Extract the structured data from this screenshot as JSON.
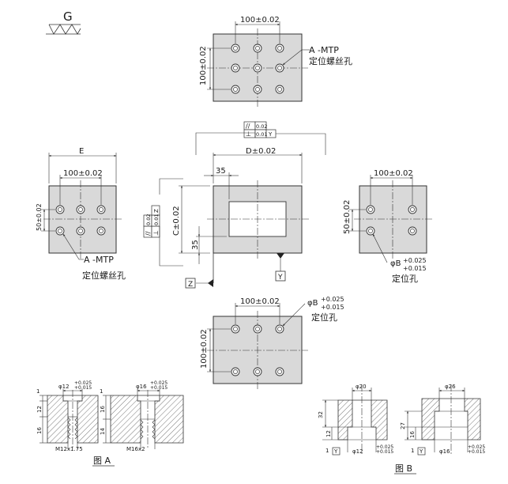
{
  "roughness": {
    "symbol": "G"
  },
  "top_plate": {
    "dim_h": "100±0.02",
    "dim_v": "100±0.02",
    "callout_a": "A -MTP",
    "callout_b": "定位螺丝孔"
  },
  "frame": {
    "fcf_parallel": "//",
    "fcf_parallel_val": "0.02",
    "fcf_perp": "⊥",
    "fcf_perp_val": "0.01",
    "fcf_perp_ref": "Y",
    "dim_d": "D±0.02",
    "dim_35_top": "35",
    "dim_35_left": "35",
    "dim_c": "C±0.02",
    "left_fcf_parallel": "//",
    "left_fcf_parallel_val": "0.02",
    "left_fcf_perp": "⊥",
    "left_fcf_perp_val": "0.01",
    "left_fcf_perp_ref": "Z",
    "datum_z": "Z",
    "datum_y": "Y"
  },
  "left_plate": {
    "dim_e": "E",
    "dim_h": "100±0.02",
    "dim_v": "50±0.02",
    "callout_a": "A -MTP",
    "callout_b": "定位螺丝孔"
  },
  "right_plate": {
    "dim_h": "100±0.02",
    "dim_v": "50±0.02",
    "callout_a": "φB",
    "tol_upper": "+0.025",
    "tol_lower": "+0.015",
    "callout_b": "定位孔"
  },
  "bottom_plate": {
    "dim_h": "100±0.02",
    "dim_v": "100±0.02",
    "callout_a": "φB",
    "tol_upper": "+0.025",
    "tol_lower": "+0.015",
    "callout_b": "定位孔"
  },
  "figure_a": {
    "label": "图 A",
    "left": {
      "dim_1": "1",
      "dim_12": "12",
      "dim_16": "16",
      "dia": "φ12",
      "tol_upper": "+0.025",
      "tol_lower": "+0.015",
      "thread": "M12x1.75"
    },
    "right": {
      "dim_1": "1",
      "dim_16": "16",
      "dim_14": "14",
      "dia": "φ16",
      "tol_upper": "+0.025",
      "tol_lower": "+0.015",
      "thread": "M16x2"
    }
  },
  "figure_b": {
    "label": "图 B",
    "left": {
      "dia_top": "φ20",
      "dim_32": "32",
      "dim_12": "12",
      "dim_1": "1",
      "datum": "Y",
      "dia": "φ12",
      "tol_upper": "+0.025",
      "tol_lower": "+0.015"
    },
    "right": {
      "dia_top": "φ26",
      "dim_27": "27",
      "dim_16": "16",
      "dim_1": "1",
      "datum": "Y",
      "dia": "φ16",
      "tol_upper": "+0.025",
      "tol_lower": "+0.015"
    }
  },
  "colors": {
    "plate_fill": "#d9d9d9",
    "line": "#333333"
  }
}
